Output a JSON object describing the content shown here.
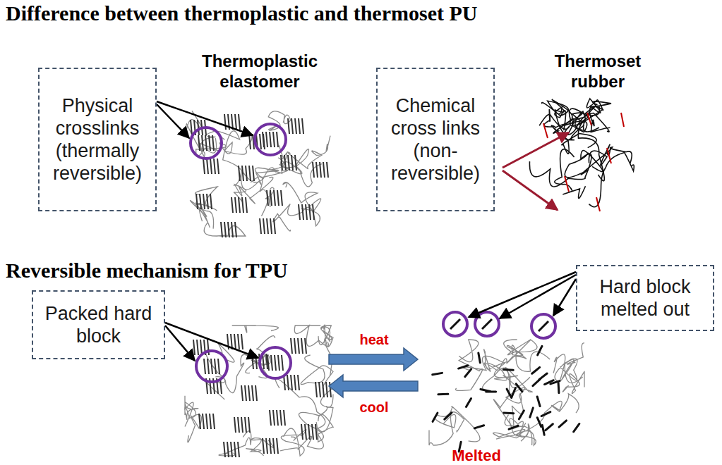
{
  "diagram": {
    "title": "Difference between thermoplastic and thermoset PU",
    "nodes": [
      {
        "text": [
          "Physical crosslinks (thermally reversible)"
        ]
      },
      {
        "text": [
          "Chemical cross links (non-reversible)"
        ]
      },
      {
        "text": [
          "Packed hard block"
        ]
      },
      {
        "text": [
          "Hard block melted out"
        ]
      }
    ],
    "labels": [
      "Thermoplastic elastomer",
      "Thermoset rubber",
      "Reversible mechanism for TPU",
      "heat",
      "cool",
      "Melted"
    ]
  }
}
